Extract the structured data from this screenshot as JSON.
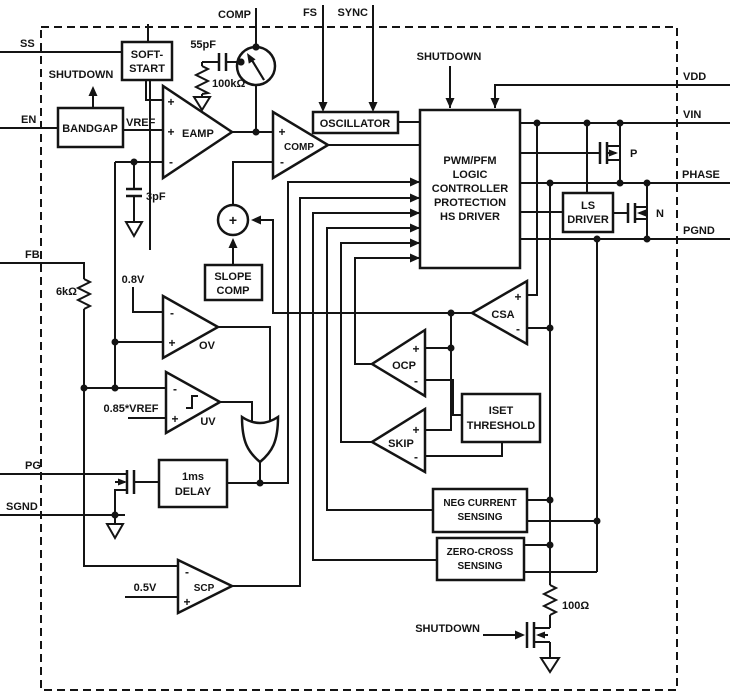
{
  "pins": {
    "ss": "SS",
    "en": "EN",
    "fb": "FB",
    "pg": "PG",
    "sgnd": "SGND",
    "comp": "COMP",
    "fs": "FS",
    "sync": "SYNC",
    "vdd": "VDD",
    "vin": "VIN",
    "phase": "PHASE",
    "pgnd": "PGND"
  },
  "blocks": {
    "soft_start": {
      "l1": "SOFT-",
      "l2": "START"
    },
    "bandgap": "BANDGAP",
    "oscillator": "OSCILLATOR",
    "pwm": {
      "l1": "PWM/PFM",
      "l2": "LOGIC",
      "l3": "CONTROLLER",
      "l4": "PROTECTION",
      "l5": "HS DRIVER"
    },
    "ls_driver": {
      "l1": "LS",
      "l2": "DRIVER"
    },
    "slope": {
      "l1": "SLOPE",
      "l2": "COMP"
    },
    "delay": {
      "l1": "1ms",
      "l2": "DELAY"
    },
    "iset": {
      "l1": "ISET",
      "l2": "THRESHOLD"
    },
    "neg": {
      "l1": "NEG CURRENT",
      "l2": "SENSING"
    },
    "zc": {
      "l1": "ZERO-CROSS",
      "l2": "SENSING"
    }
  },
  "amps": {
    "eamp": "EAMP",
    "comp": "COMP",
    "ov": "OV",
    "uv": "UV",
    "scp": "SCP",
    "csa": "CSA",
    "ocp": "OCP",
    "skip": "SKIP"
  },
  "parts": {
    "c55": "55pF",
    "r100k": "100kΩ",
    "c3": "3pF",
    "r6k": "6kΩ",
    "r100": "100Ω"
  },
  "refs": {
    "v08": "0.8V",
    "v085": "0.85*VREF",
    "v05": "0.5V",
    "vref": "VREF"
  },
  "signals": {
    "shutdown": "SHUTDOWN"
  },
  "sym": {
    "plus": "+",
    "minus": "-",
    "p": "P",
    "n": "N"
  }
}
